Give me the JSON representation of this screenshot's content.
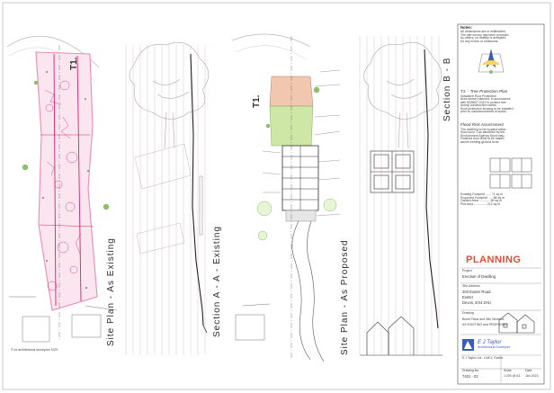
{
  "colors": {
    "plan_red": "#d61f6a",
    "plan_pink": "#ea8ab8",
    "tree_green": "#8fbf6a",
    "grass_green": "#cfe7a6",
    "patio_peach": "#f2c7b0",
    "planning_stamp": "#e84b33",
    "line_grey": "#9a9a9a"
  },
  "panels": {
    "site_plan_existing": {
      "label": "Site Plan - As Existing",
      "tree_tag": "T1."
    },
    "section_a_existing": {
      "label": "Section A - A - Existing"
    },
    "site_plan_proposed": {
      "label": "Site Plan - As Proposed",
      "tree_tag": "T1."
    },
    "section_b_proposed": {
      "label": "Section B - B"
    }
  },
  "copyright_note": "© ez architectural surveyors 2023",
  "notes": {
    "heading": "Notes:",
    "lines": [
      "All dimensions are in millimetres.",
      "The site survey has been provided",
      "by others, no liability is accepted",
      "for any errors or omissions."
    ]
  },
  "tree_protection": {
    "heading": "T1. - Tree Protection Plan",
    "lines": [
      "Indicative Root Protection",
      "Area shown hatched, in accordance",
      "with BS5837:2012 to protect tree",
      "during construction works.",
      "Root protection fencing to be installed",
      "prior to commencement of works."
    ]
  },
  "flood_risk": {
    "heading": "Flood Risk Assessment",
    "lines": [
      "The dwelling to be located within",
      "flood zone 1 as identified by the",
      "Environment Agency flood map.",
      "Finished floor level to be raised",
      "above existing ground level."
    ]
  },
  "areas": {
    "lines": [
      "Existing Footprint ...... 71 sq m",
      "Proposed Footprint ..... 88 sq m",
      "Garden Area ............ 96 sq m",
      "Plot Area .............. 212 sq m"
    ]
  },
  "title_block": {
    "stamp": "PLANNING",
    "project_label": "Project",
    "project": "Erection of Dwelling",
    "address_label": "Site Address",
    "address_lines": [
      "203 Exeter Road",
      "Exeter",
      "Devon, EX4 2HU"
    ],
    "drawing_label": "Drawing",
    "drawing_lines": [
      "Block Plans and Site Sections",
      "AS EXISTING and PROPOSED"
    ],
    "company_name": "E J Taylor",
    "company_sub": "Architectural Surveyors",
    "contact": "E J Taylor Ltd - Unit 2, Exeter",
    "drawing_no_label": "Drawing No.",
    "drawing_no": "7431 - 02",
    "scale_label": "Scale",
    "scale": "1:200 @ A3",
    "date_label": "Date",
    "date": "Jan 2023"
  }
}
